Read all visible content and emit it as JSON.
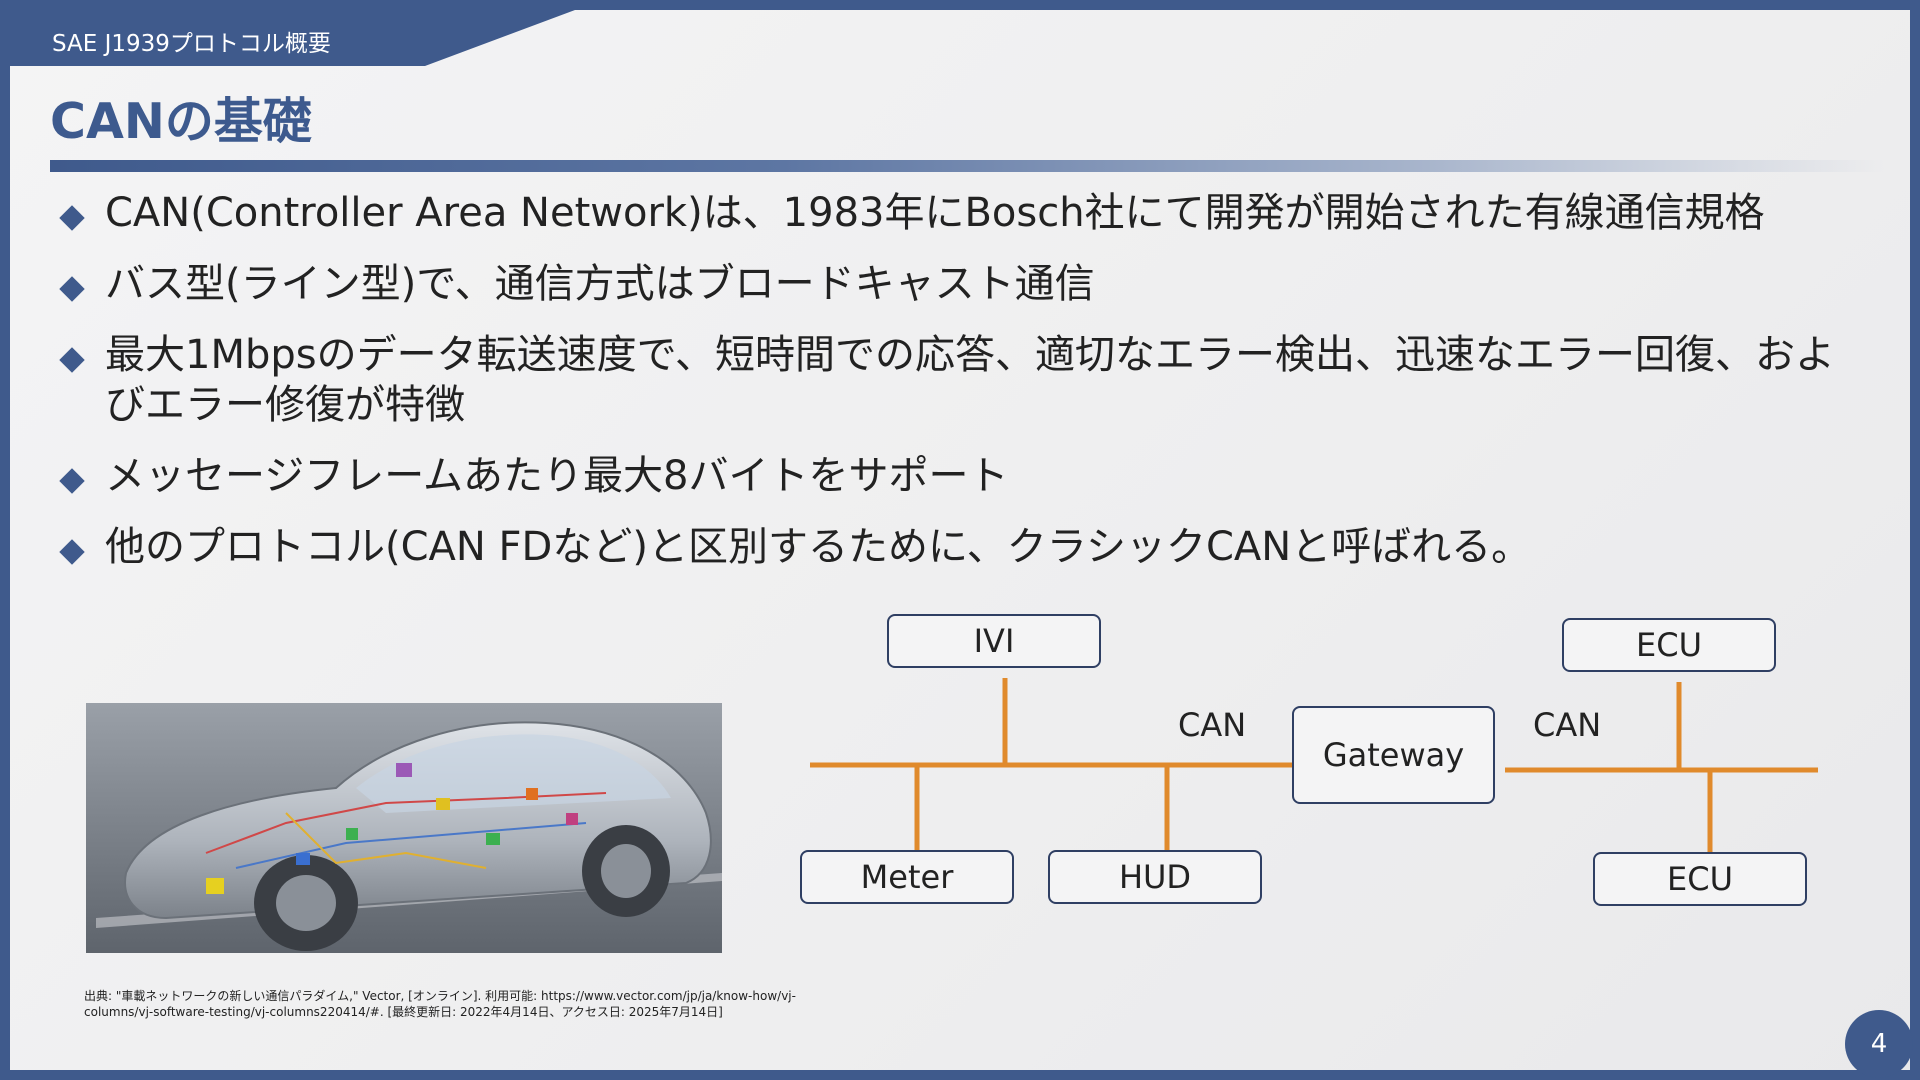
{
  "header": {
    "section": "SAE J1939プロトコル概要"
  },
  "title": "CANの基礎",
  "bullets": [
    "CAN(Controller Area Network)は、1983年にBosch社にて開発が開始された有線通信規格",
    "バス型(ライン型)で、通信方式はブロードキャスト通信",
    "最大1Mbpsのデータ転送速度で、短時間での応答、適切なエラー検出、迅速なエラー回復、およびエラー修復が特徴",
    "メッセージフレームあたり最大8バイトをサポート",
    "他のプロトコル(CAN FDなど)と区別するために、クラシックCANと呼ばれる。"
  ],
  "caption": "出典: \"車載ネットワークの新しい通信パラダイム,\" Vector, [オンライン]. 利用可能: https://www.vector.com/jp/ja/know-how/vj-columns/vj-software-testing/vj-columns220414/#. [最終更新日: 2022年4月14日、アクセス日: 2025年7月14日]",
  "diagram": {
    "nodes": {
      "ivi": "IVI",
      "meter": "Meter",
      "hud": "HUD",
      "gateway": "Gateway",
      "ecu_top": "ECU",
      "ecu_bottom": "ECU"
    },
    "bus_labels": {
      "left": "CAN",
      "right": "CAN"
    },
    "bus_color": "#e08a2c"
  },
  "page_number": "4",
  "colors": {
    "accent": "#3f5a8c",
    "title": "#3d5a8e"
  }
}
